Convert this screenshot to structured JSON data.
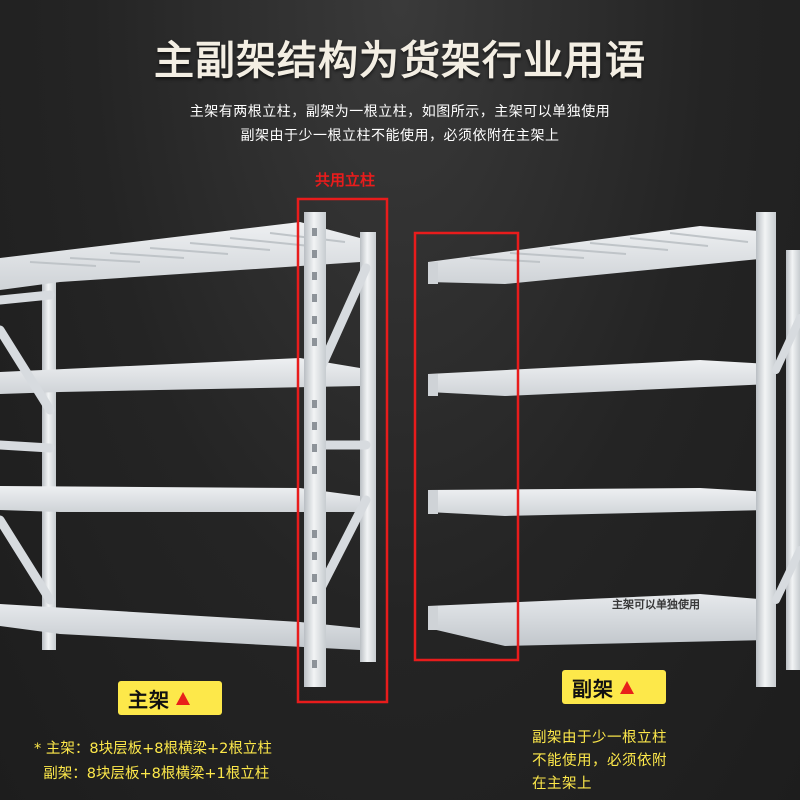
{
  "title": "主副架结构为货架行业用语",
  "description": {
    "line1": "主架有两根立柱，副架为一根立柱，如图所示，主架可以单独使用",
    "line2": "副架由于少一根立柱不能使用，必须依附在主架上"
  },
  "shared_column_label": "共用立柱",
  "main_rack": {
    "badge": "主架",
    "spec_line1": "* 主架：8块层板+8根横梁+2根立柱",
    "spec_line2": "  副架：8块层板+8根横梁+1根立柱"
  },
  "sub_rack": {
    "badge": "副架",
    "note_line1": "副架由于少一根立柱",
    "note_line2": "不能使用，必须依附",
    "note_line3": "在主架上"
  },
  "photo_watermark": "主架可以单独使用",
  "colors": {
    "badge_bg": "#fde84a",
    "highlight_red": "#e81c1c",
    "spec_text": "#fde84a",
    "rack_steel": "#dfe3e6"
  }
}
